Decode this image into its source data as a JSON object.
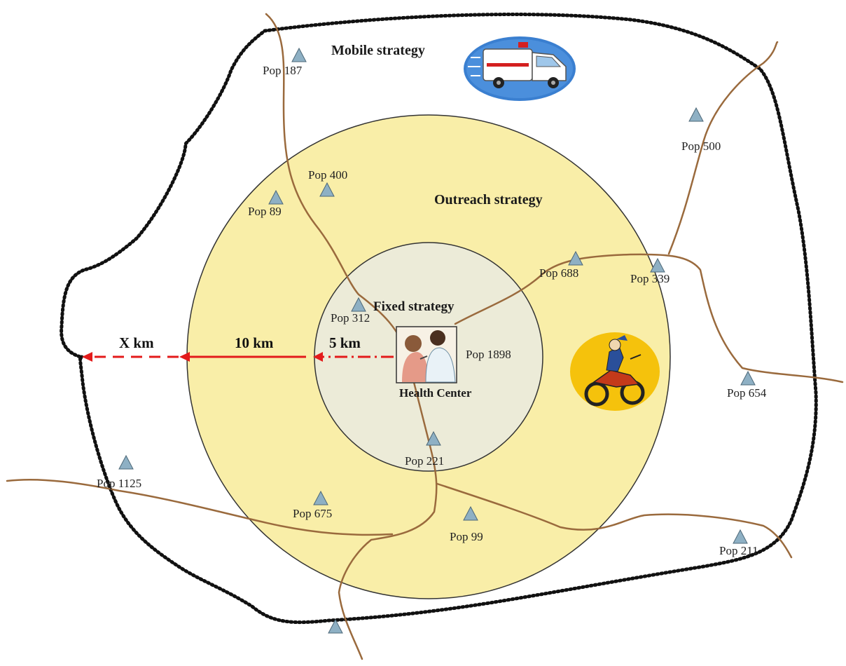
{
  "colors": {
    "outreach_zone": "#f9eea8",
    "fixed_zone": "#ecebd8",
    "road": "#9a6a3d",
    "boundary": "#111111",
    "village_marker": "#8eb0c4",
    "arrow": "#e31b1b"
  },
  "strategies": {
    "mobile": "Mobile strategy",
    "outreach": "Outreach strategy",
    "fixed": "Fixed strategy"
  },
  "health_center": {
    "label": "Health Center",
    "population": "Pop 1898",
    "icon": "doctor-patient-icon"
  },
  "distances": {
    "fixed_radius": "5 km",
    "outreach_radius": "10 km",
    "mobile_radius": "X km"
  },
  "vehicles": {
    "mobile": "ambulance-icon",
    "outreach": "motorcycle-icon"
  },
  "villages": [
    {
      "id": "village-187",
      "label": "Pop 187"
    },
    {
      "id": "village-500",
      "label": "Pop 500"
    },
    {
      "id": "village-400",
      "label": "Pop 400"
    },
    {
      "id": "village-89",
      "label": "Pop 89"
    },
    {
      "id": "village-688",
      "label": "Pop 688"
    },
    {
      "id": "village-339",
      "label": "Pop 339"
    },
    {
      "id": "village-312",
      "label": "Pop 312"
    },
    {
      "id": "village-654",
      "label": "Pop 654"
    },
    {
      "id": "village-221",
      "label": "Pop 221"
    },
    {
      "id": "village-1125",
      "label": "Pop 1125"
    },
    {
      "id": "village-675",
      "label": "Pop 675"
    },
    {
      "id": "village-99",
      "label": "Pop 99"
    },
    {
      "id": "village-211",
      "label": "Pop 211"
    },
    {
      "id": "village-unlabeled",
      "label": ""
    }
  ]
}
